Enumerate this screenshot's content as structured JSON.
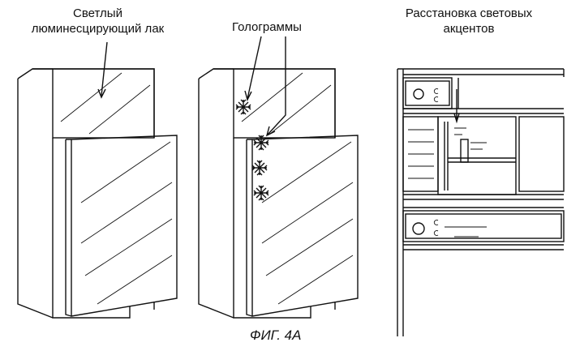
{
  "labels": {
    "fig1": {
      "line1": "Светлый",
      "line2": "люминесцирующий лак"
    },
    "fig2": "Голограммы",
    "fig3": {
      "line1": "Расстановка световых",
      "line2": "акцентов"
    }
  },
  "caption": "ФИГ. 4А"
}
